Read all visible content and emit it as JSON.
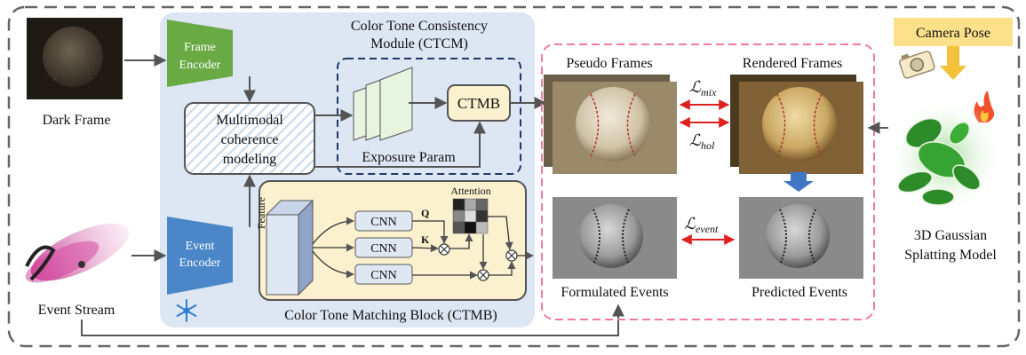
{
  "labels": {
    "dark_frame": "Dark Frame",
    "event_stream": "Event Stream",
    "frame_encoder_1": "Frame",
    "frame_encoder_2": "Encoder",
    "event_encoder_1": "Event",
    "event_encoder_2": "Encoder",
    "mcm_1": "Multimodal",
    "mcm_2": "coherence",
    "mcm_3": "modeling",
    "ctcm_title_1": "Color Tone Consistency",
    "ctcm_title_2": "Module (CTCM)",
    "ctmb_box": "CTMB",
    "exposure_param": "Exposure Param",
    "feature": "Feature",
    "cnn_1": "CNN",
    "cnn_2": "CNN",
    "cnn_3": "CNN",
    "q": "Q",
    "k": "K",
    "attention": "Attention",
    "ctmb_title": "Color Tone Matching Block (CTMB)",
    "pseudo_frames": "Pseudo Frames",
    "rendered_frames": "Rendered Frames",
    "formulated_events": "Formulated Events",
    "predicted_events": "Predicted Events",
    "loss_mix_main": "ℒ",
    "loss_mix_sub": "mix",
    "loss_hol_main": "ℒ",
    "loss_hol_sub": "hol",
    "loss_event_main": "ℒ",
    "loss_event_sub": "event",
    "camera_pose": "Camera Pose",
    "gs_model_1": "3D Gaussian",
    "gs_model_2": "Splatting Model"
  },
  "icons": {
    "frozen": "snowflake-icon",
    "trainable": "fire-icon",
    "camera": "camera-icon"
  },
  "colors": {
    "frozen_panel": "#dde6f3",
    "ctcm_border": "#1f3a68",
    "ctmb_fill": "#fbf1cf",
    "pink_border": "#f07aa6",
    "frame_encoder": "#6aaa44",
    "event_encoder": "#4a86c8",
    "camera_pose": "#fde08a",
    "loss_arrow": "#e02020",
    "gs_green": "#2e8b2a"
  }
}
